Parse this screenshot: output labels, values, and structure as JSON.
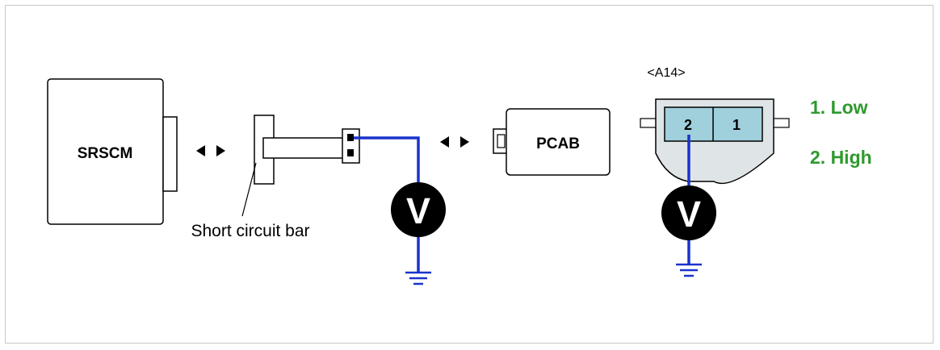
{
  "diagram": {
    "srscm_label": "SRSCM",
    "pcab_label": "PCAB",
    "short_bar_label": "Short circuit bar",
    "connector_label": "<A14>",
    "pin_2_label": "2",
    "pin_1_label": "1",
    "meter_left_label": "V",
    "meter_right_label": "V",
    "legend_low": "1. Low",
    "legend_high": "2. High"
  },
  "colors": {
    "wire": "#1a33cc",
    "legend_text": "#2e9a2e",
    "pin_fill": "#9fd0dc",
    "connector_fill": "#dfe5e7",
    "stroke": "#000000"
  },
  "icons": {
    "connection_arrows": "double-triangle-arrow",
    "ground": "ground-symbol",
    "meter": "voltmeter"
  }
}
